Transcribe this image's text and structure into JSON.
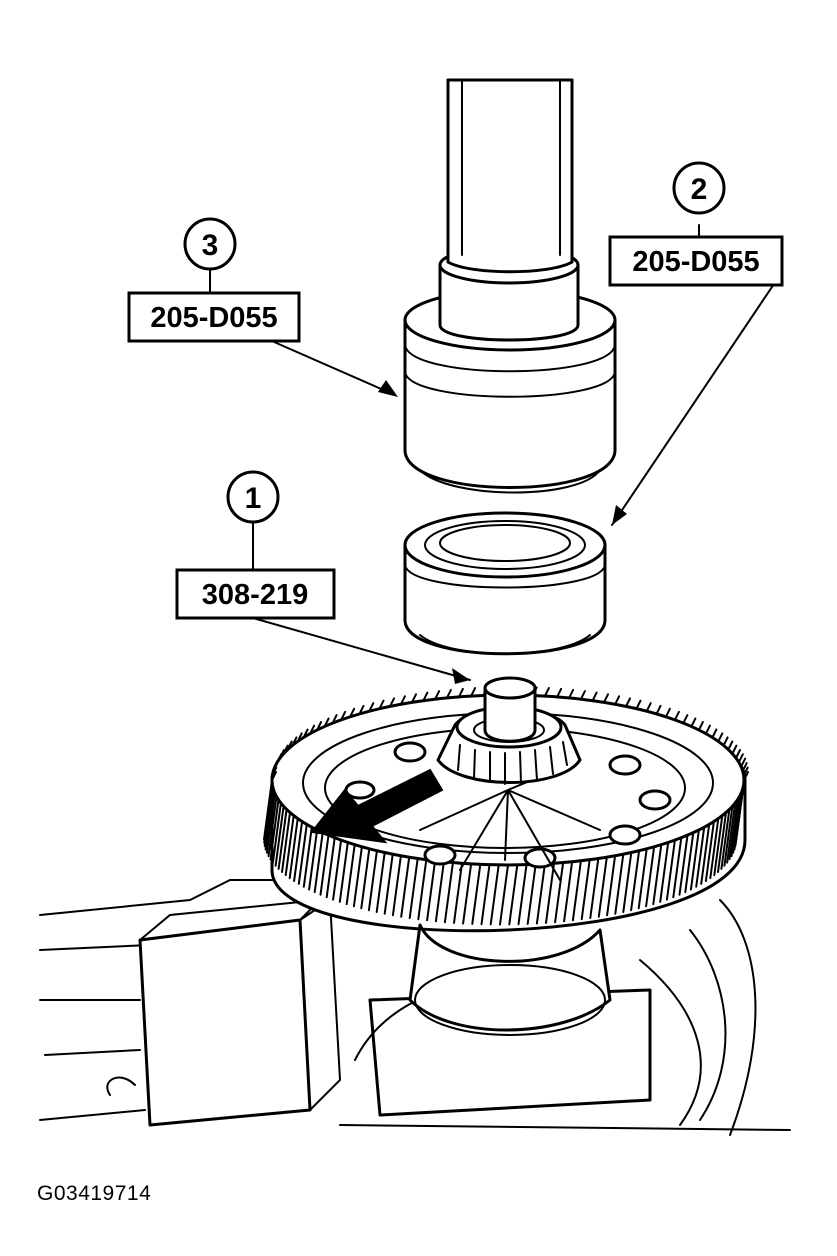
{
  "callouts": [
    {
      "number": "1",
      "tool": "308-219"
    },
    {
      "number": "2",
      "tool": "205-D055"
    },
    {
      "number": "3",
      "tool": "205-D055"
    }
  ],
  "figure_id": "G03419714"
}
